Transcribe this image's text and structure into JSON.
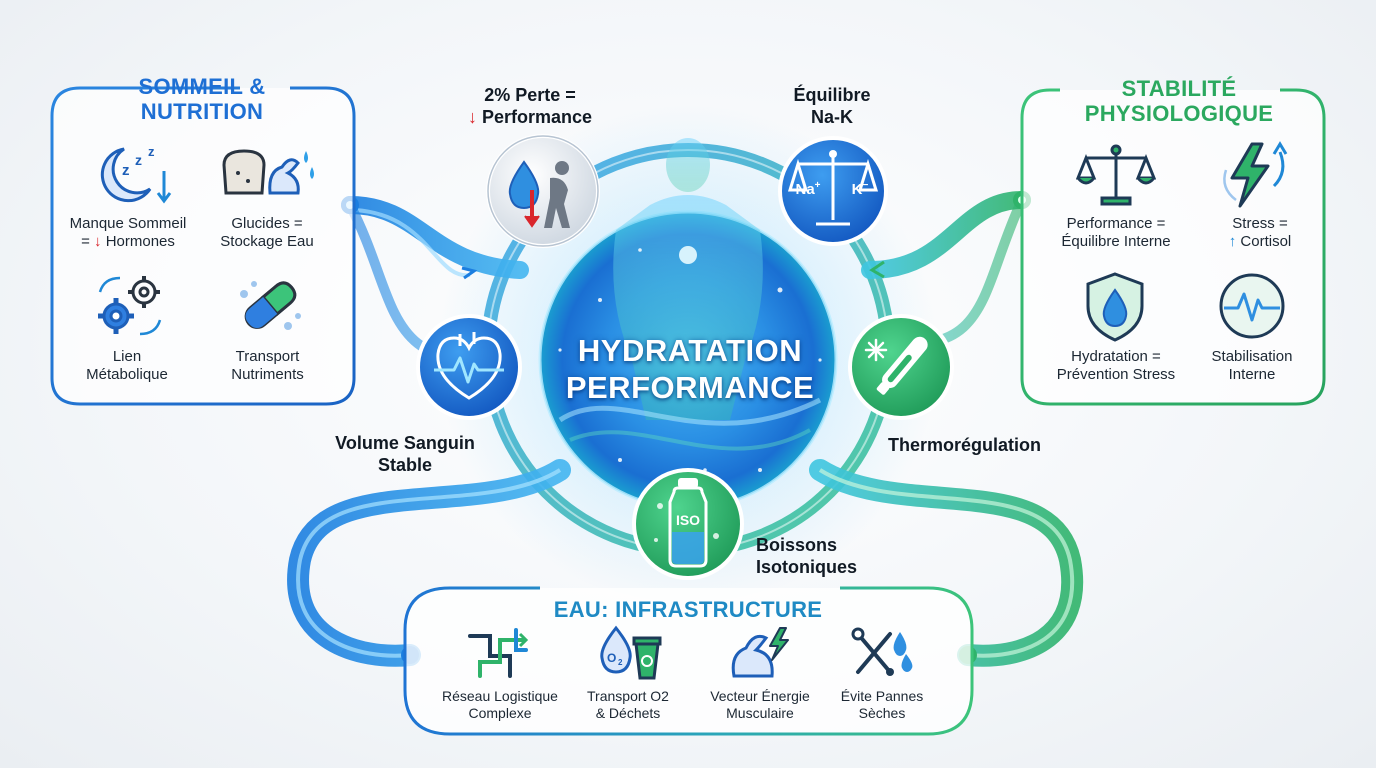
{
  "center": {
    "line1": "HYDRATATION",
    "line2": "PERFORMANCE"
  },
  "left_panel": {
    "title_line1": "SOMMEIL &",
    "title_line2": "NUTRITION",
    "items": [
      {
        "line1": "Manque Sommeil",
        "line2_prefix": "= ",
        "line2_arrow": "↓",
        "line2": " Hormones",
        "icon": "moon-sleep-icon"
      },
      {
        "line1": "Glucides =",
        "line2": "Stockage Eau",
        "icon": "bread-muscle-icon"
      },
      {
        "line1": "Lien",
        "line2": "Métabolique",
        "icon": "gears-icon"
      },
      {
        "line1": "Transport",
        "line2": "Nutriments",
        "icon": "capsule-icon"
      }
    ]
  },
  "right_panel": {
    "title_line1": "STABILITÉ",
    "title_line2": "PHYSIOLOGIQUE",
    "items": [
      {
        "line1": "Performance =",
        "line2": "Équilibre Interne",
        "icon": "balance-scale-icon"
      },
      {
        "line1": "Stress =",
        "line2_arrow": "↑",
        "line2": " Cortisol",
        "icon": "lightning-icon"
      },
      {
        "line1": "Hydratation =",
        "line2": "Prévention Stress",
        "icon": "shield-drop-icon"
      },
      {
        "line1": "Stabilisation",
        "line2": "Interne",
        "icon": "pulse-icon"
      }
    ]
  },
  "bottom_panel": {
    "title": "EAU: INFRASTRUCTURE",
    "items": [
      {
        "line1": "Réseau Logistique",
        "line2": "Complexe",
        "icon": "pipes-icon"
      },
      {
        "line1": "Transport O2",
        "line2": "& Déchets",
        "icon": "oxygen-bin-icon"
      },
      {
        "line1": "Vecteur Énergie",
        "line2": "Musculaire",
        "icon": "muscle-bolt-icon"
      },
      {
        "line1": "Évite Pannes",
        "line2": "Sèches",
        "icon": "wrench-drop-icon"
      }
    ]
  },
  "nodes": {
    "loss": {
      "line1": "2% Perte =",
      "line2_arrow": "↓",
      "line2": " Performance",
      "icon": "fatigued-drop-icon"
    },
    "balance": {
      "line1": "Équilibre",
      "line2": "Na-K",
      "na": "Na",
      "k": "K",
      "plus": "+",
      "minus": "−",
      "icon": "na-k-scale-icon"
    },
    "blood": {
      "line1": "Volume Sanguin",
      "line2": "Stable",
      "icon": "heart-icon"
    },
    "thermo": {
      "label": "Thermorégulation",
      "icon": "thermometer-icon"
    },
    "iso": {
      "line1": "Boissons",
      "line2": "Isotoniques",
      "bottle": "ISO",
      "icon": "bottle-icon"
    }
  },
  "colors": {
    "blue": "#1f6fd0",
    "green": "#2fb36a",
    "teal": "#2aa6b8",
    "red": "#d9262c",
    "dark": "#1c2733"
  }
}
